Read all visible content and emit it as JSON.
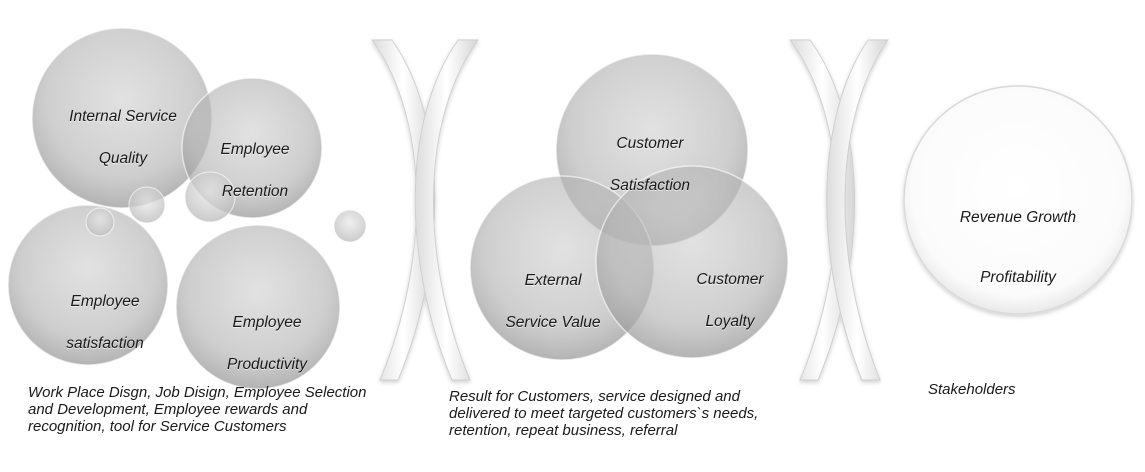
{
  "diagram": {
    "group1": {
      "circles": [
        {
          "lines": [
            "Internal Service",
            "Quality"
          ]
        },
        {
          "lines": [
            "Employee",
            "Retention"
          ]
        },
        {
          "lines": [
            "Employee",
            "satisfaction"
          ]
        },
        {
          "lines": [
            "Employee",
            "Productivity"
          ]
        }
      ],
      "caption": "Work Place Disgn, Job Disign, Employee Selection and Development, Employee rewards and recognition, tool for Service Customers"
    },
    "group2": {
      "circles": [
        {
          "lines": [
            "Customer",
            "Satisfaction"
          ]
        },
        {
          "lines": [
            "External",
            "Service Value"
          ]
        },
        {
          "lines": [
            "Customer",
            "Loyalty"
          ]
        }
      ],
      "caption": "Result for Customers, service designed and delivered to meet targeted customers`s needs, retention, repeat business, referral"
    },
    "group3": {
      "circles": [
        {
          "lines": [
            "Revenue Growth",
            "Profitability"
          ]
        }
      ],
      "caption": "Stakeholders"
    }
  }
}
